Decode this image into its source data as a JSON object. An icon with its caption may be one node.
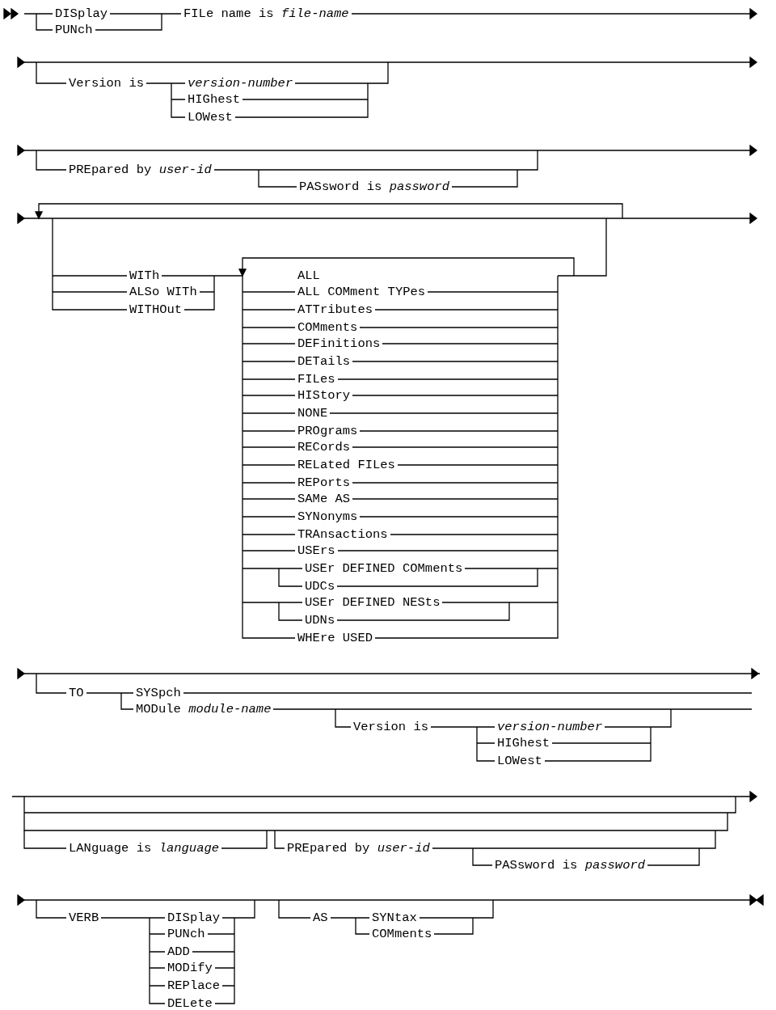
{
  "diagram": {
    "labels": [
      "DISplay",
      "FILe name is *file-name*",
      "PUNch",
      "Version is",
      "*version-number*",
      "HIGhest",
      "LOWest",
      "PREpared by *user-id*",
      "PASsword is *password*",
      "WITh",
      "ALL",
      "ALSo WITh",
      "ALL COMment TYPes",
      "WITHOut",
      "ATTributes",
      "COMments",
      "DEFinitions",
      "DETails",
      "FILes",
      "HIStory",
      "NONE",
      "PROgrams",
      "RECords",
      "RELated FILes",
      "REPorts",
      "SAMe AS",
      "SYNonyms",
      "TRAnsactions",
      "USErs",
      "USEr DEFINED COMments",
      "UDCs",
      "USEr DEFINED NESts",
      "UDNs",
      "WHEre USED",
      "TO",
      "SYSpch",
      "MODule *module-name*",
      "Version is",
      "*version-number*",
      "HIGhest",
      "LOWest",
      "LANguage is *language*",
      "PREpared by *user-id*",
      "PASsword is *password*",
      "VERB",
      "DISplay",
      "AS",
      "SYNtax",
      "PUNch",
      "COMments",
      "ADD",
      "MODify",
      "REPlace",
      "DELete"
    ]
  }
}
